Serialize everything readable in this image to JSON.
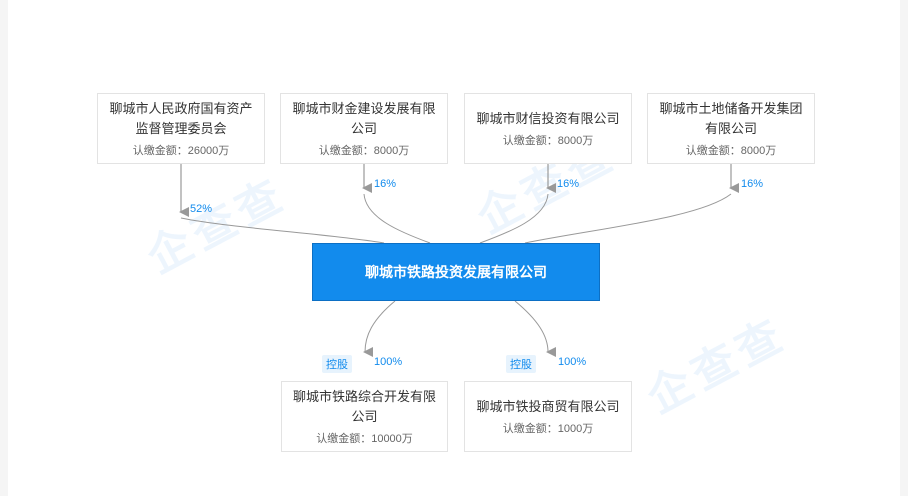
{
  "watermark": "企查查",
  "shareholders": [
    {
      "name": "聊城市人民政府国有资产监督管理委员会",
      "amount": "认缴金额：26000万",
      "percent": "52%"
    },
    {
      "name": "聊城市财金建设发展有限公司",
      "amount": "认缴金额：8000万",
      "percent": "16%"
    },
    {
      "name": "聊城市财信投资有限公司",
      "amount": "认缴金额：8000万",
      "percent": "16%"
    },
    {
      "name": "聊城市土地储备开发集团有限公司",
      "amount": "认缴金额：8000万",
      "percent": "16%"
    }
  ],
  "main_company": {
    "name": "聊城市铁路投资发展有限公司"
  },
  "subsidiaries": [
    {
      "name": "聊城市铁路综合开发有限公司",
      "amount": "认缴金额：10000万",
      "percent": "100%",
      "tag": "控股"
    },
    {
      "name": "聊城市铁投商贸有限公司",
      "amount": "认缴金额：1000万",
      "percent": "100%",
      "tag": "控股"
    }
  ],
  "colors": {
    "accent": "#128bed",
    "edge": "#999999",
    "border": "#e3e3e3"
  }
}
